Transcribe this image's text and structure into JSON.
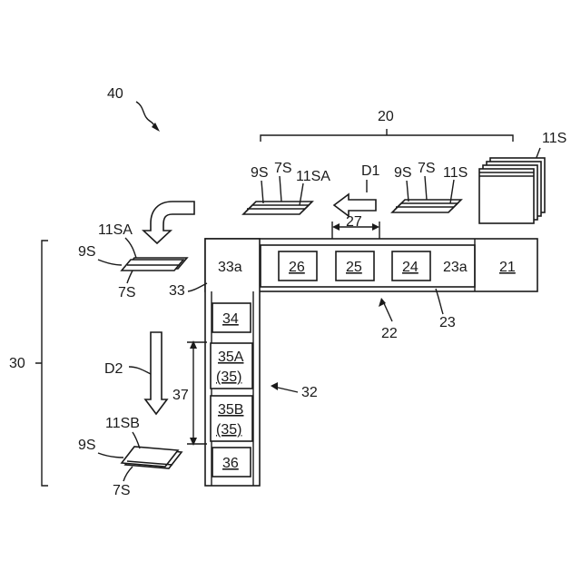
{
  "labels": {
    "system": "40",
    "line1": "20",
    "line2": "30",
    "stacker": "11S",
    "stacker_small": "11S",
    "unit21": "21",
    "conveyor22": "22",
    "conveyor23": "23",
    "conveyor23a": "23a",
    "unit24": "24",
    "unit25": "25",
    "unit26": "26",
    "pitch27": "27",
    "conveyor32": "32",
    "conveyor33": "33",
    "conveyor33a": "33a",
    "unit34": "34",
    "unit35A": "35A",
    "unit35A_sub": "(35)",
    "unit35B": "35B",
    "unit35B_sub": "(35)",
    "unit36": "36",
    "pitch37": "37",
    "dir1": "D1",
    "dir2": "D2",
    "sheet_top_right": {
      "a": "9S",
      "b": "7S",
      "c": "11S"
    },
    "sheet_top_mid": {
      "a": "9S",
      "b": "7S",
      "c": "11SA"
    },
    "sheet_left_top": {
      "a": "11SA",
      "b": "9S",
      "c": "7S"
    },
    "sheet_left_bottom": {
      "a": "11SB",
      "b": "9S",
      "c": "7S"
    }
  }
}
